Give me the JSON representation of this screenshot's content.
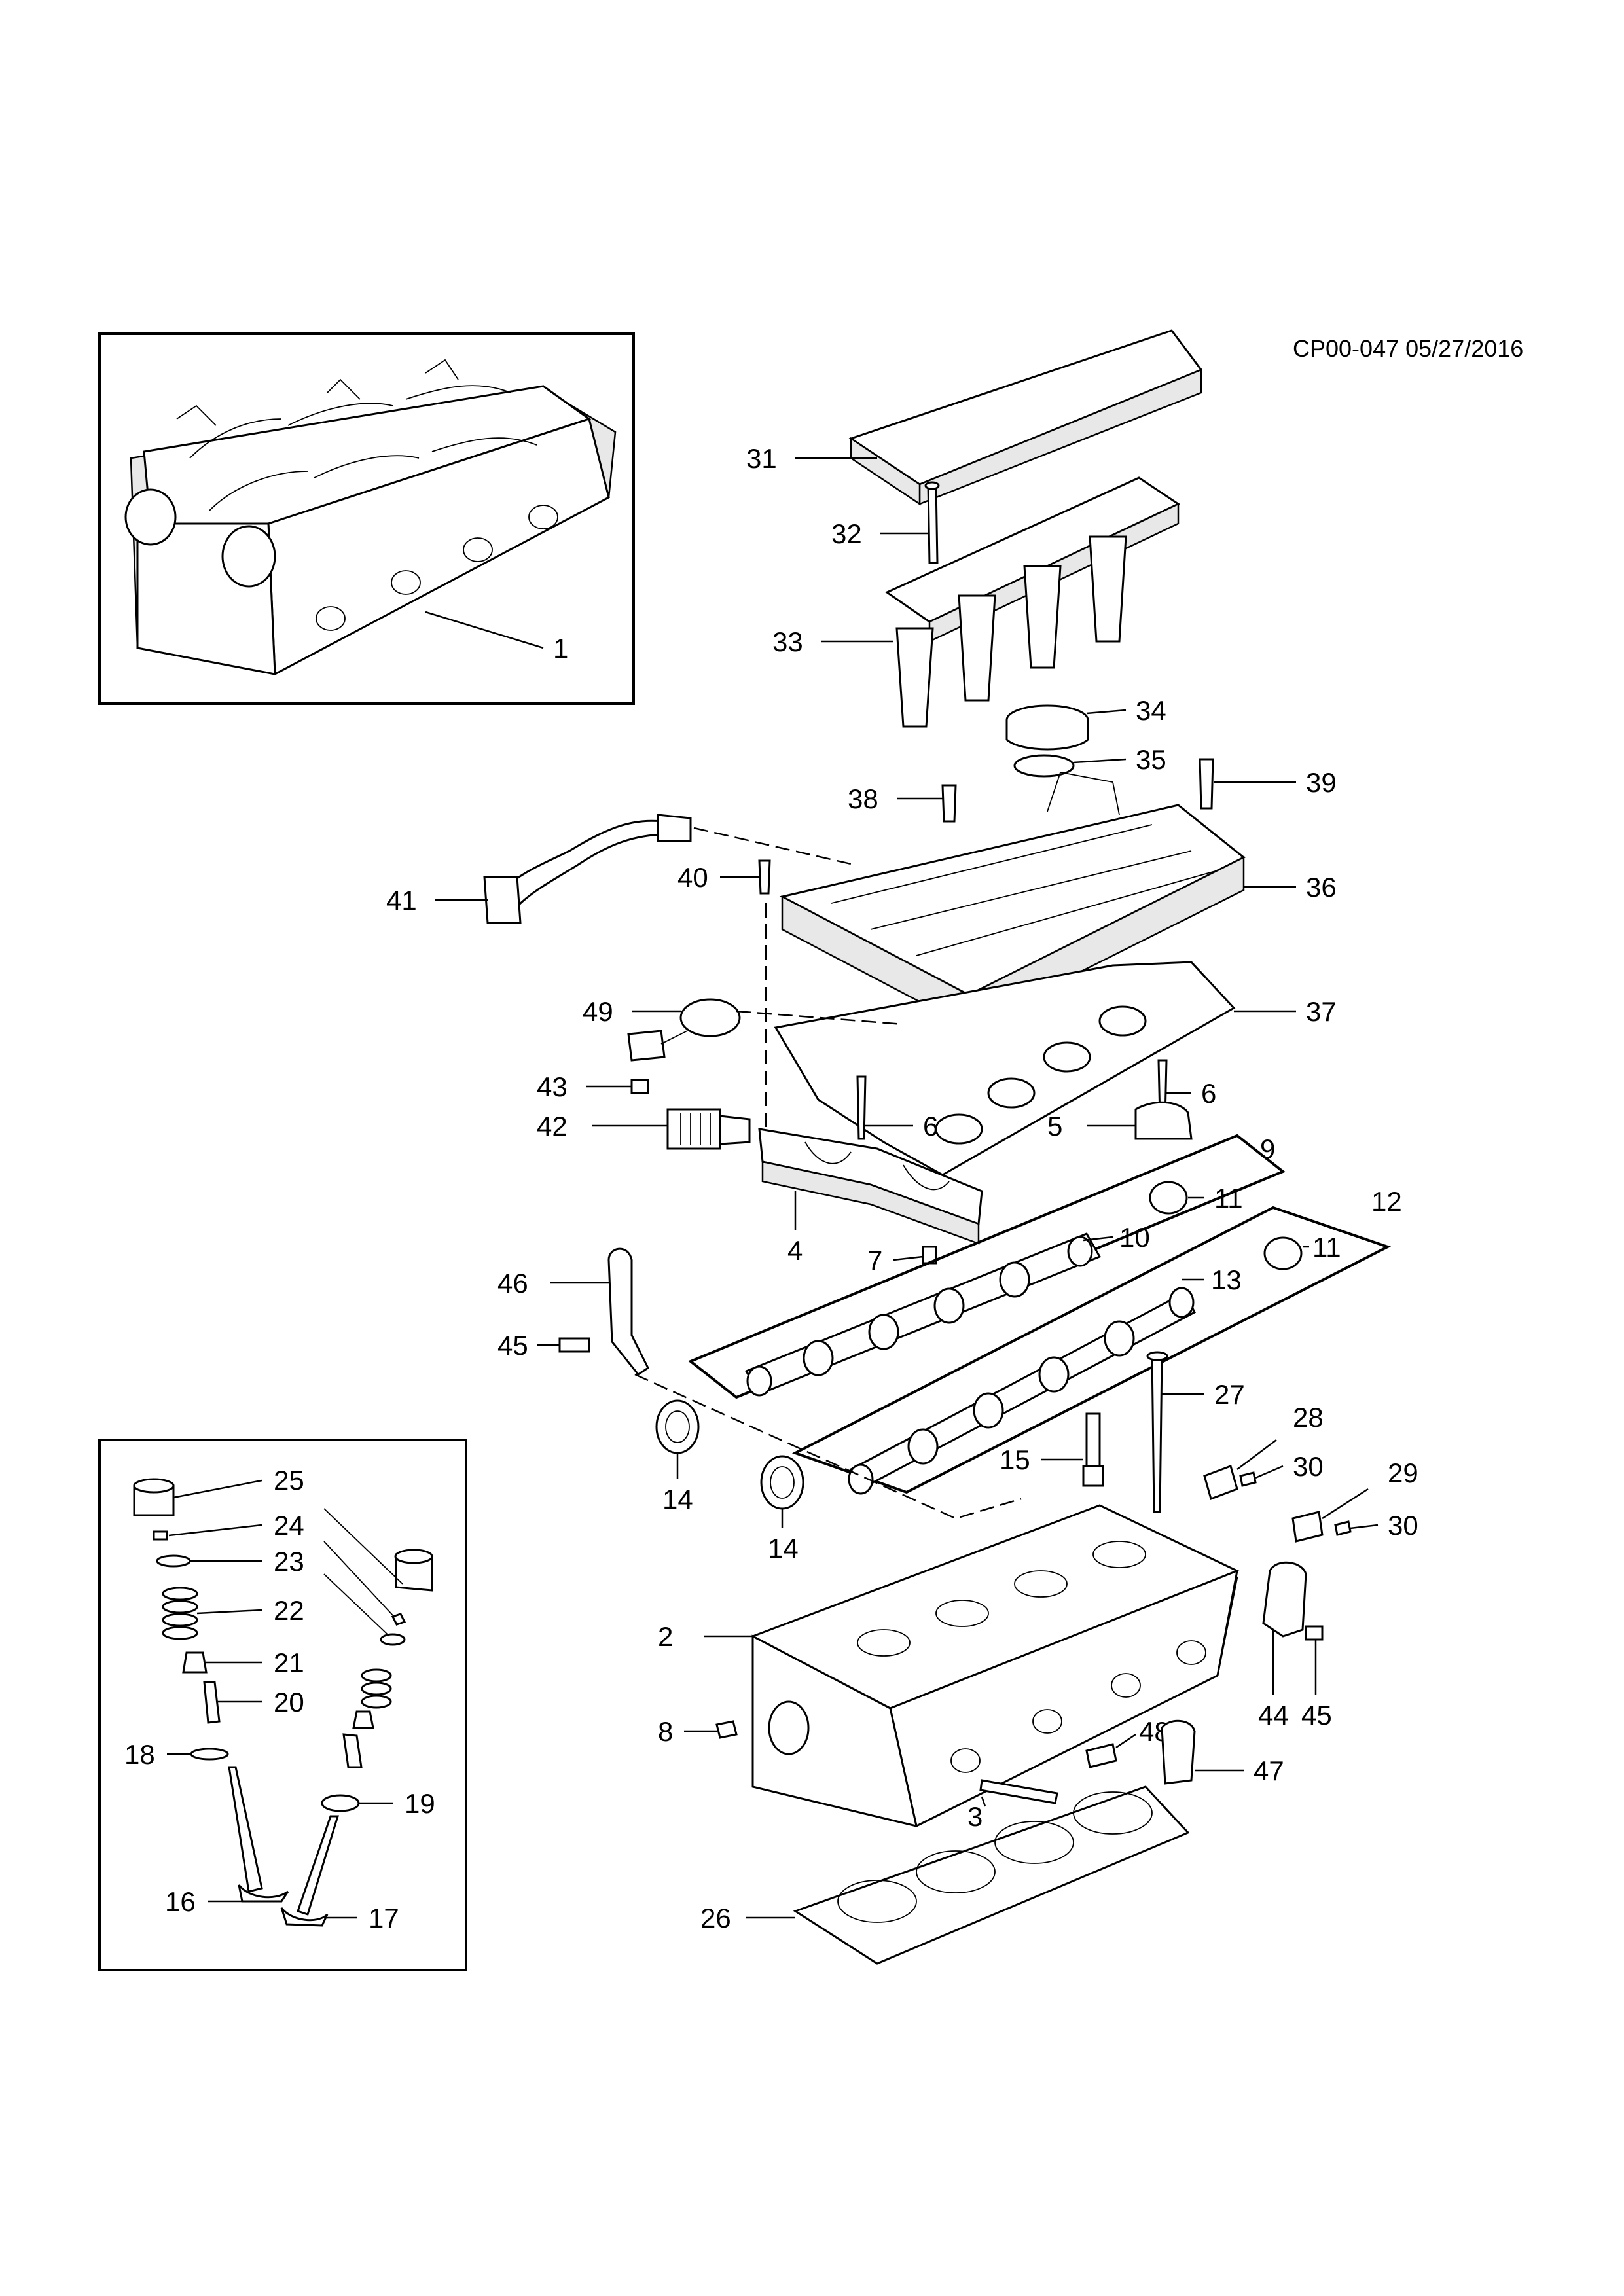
{
  "diagram": {
    "reference": "CP00-047 05/27/2016",
    "callouts": {
      "c1": "1",
      "c2": "2",
      "c3": "3",
      "c4": "4",
      "c5": "5",
      "c6a": "6",
      "c6b": "6",
      "c7": "7",
      "c8": "8",
      "c9": "9",
      "c10": "10",
      "c11a": "11",
      "c11b": "11",
      "c12": "12",
      "c13": "13",
      "c14a": "14",
      "c14b": "14",
      "c15": "15",
      "c16": "16",
      "c17": "17",
      "c18": "18",
      "c19": "19",
      "c20": "20",
      "c21": "21",
      "c22": "22",
      "c23": "23",
      "c24": "24",
      "c25": "25",
      "c26": "26",
      "c27": "27",
      "c28": "28",
      "c29": "29",
      "c30a": "30",
      "c30b": "30",
      "c31": "31",
      "c32": "32",
      "c33": "33",
      "c34": "34",
      "c35": "35",
      "c36": "36",
      "c37": "37",
      "c38": "38",
      "c39": "39",
      "c40": "40",
      "c41": "41",
      "c42": "42",
      "c43": "43",
      "c44": "44",
      "c45a": "45",
      "c45b": "45",
      "c46": "46",
      "c47": "47",
      "c48": "48",
      "c49": "49"
    }
  }
}
